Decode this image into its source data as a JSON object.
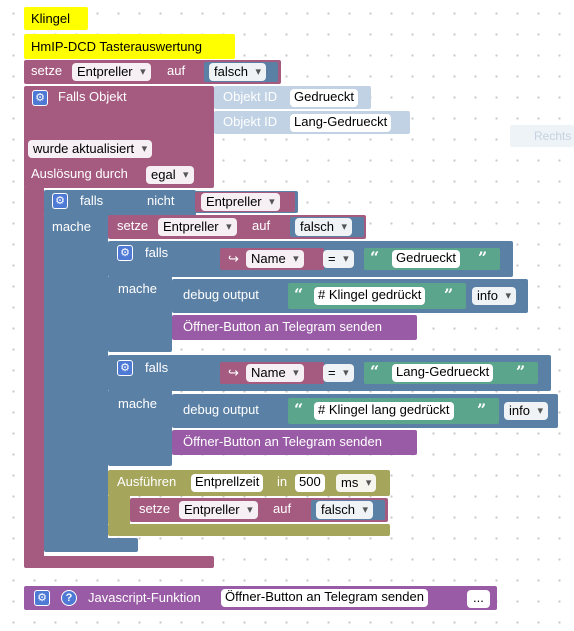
{
  "comments": {
    "title": "Klingel",
    "subtitle": "HmIP-DCD Tasterauswertung"
  },
  "set_top": {
    "label": "setze",
    "var": "Entpreller",
    "auf": "auf",
    "value": "falsch"
  },
  "trigger": {
    "falls_objekt": "Falls Objekt",
    "objekt_id_label": "Objekt ID",
    "ids": [
      "Gedrueckt",
      "Lang-Gedrueckt"
    ],
    "wurde": "wurde aktualisiert",
    "ausloesung_label": "Auslösung durch",
    "ausloesung_value": "egal"
  },
  "if_main": {
    "falls": "falls",
    "nicht": "nicht",
    "var": "Entpreller",
    "mache": "mache",
    "set_inner": {
      "label": "setze",
      "var": "Entpreller",
      "auf": "auf",
      "value": "falsch"
    }
  },
  "if1": {
    "falls": "falls",
    "mache": "mache",
    "name": "Name",
    "op": "=",
    "text": "Gedrueckt",
    "debug_label": "debug output",
    "debug_text": "# Klingel gedrückt",
    "level": "info",
    "call": "Öffner-Button an Telegram senden"
  },
  "if2": {
    "falls": "falls",
    "mache": "mache",
    "name": "Name",
    "op": "=",
    "text": "Lang-Gedrueckt",
    "debug_label": "debug output",
    "debug_text": "# Klingel lang gedrückt",
    "level": "info",
    "call": "Öffner-Button an Telegram senden"
  },
  "timeout": {
    "label": "Ausführen",
    "name": "Entprellzeit",
    "in": "in",
    "value": "500",
    "unit": "ms",
    "set": {
      "label": "setze",
      "var": "Entpreller",
      "auf": "auf",
      "value": "falsch"
    }
  },
  "function_def": {
    "label": "Javascript-Funktion",
    "name": "Öffner-Button an Telegram senden",
    "more": "..."
  },
  "faded": {
    "label": "Rechts"
  },
  "colors": {
    "event": "#a55b80",
    "variables": "#a55b80",
    "logic": "#5b80a5",
    "system": "#a5805b",
    "timeout": "#a5a55b",
    "text": "#5ba58c",
    "function": "#995ba5",
    "trigger_fields": "#c0d2e4"
  }
}
